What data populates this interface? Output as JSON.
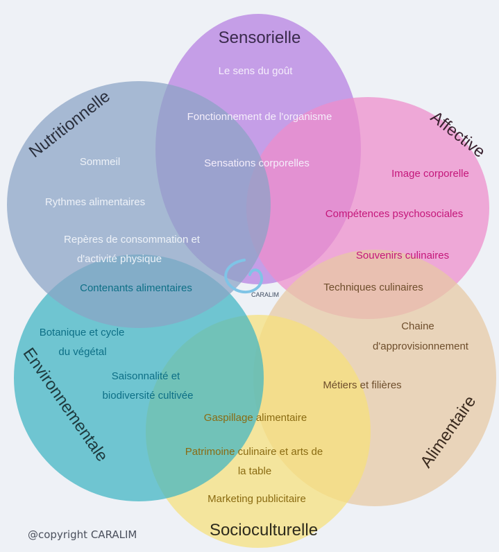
{
  "diagram": {
    "colors": {
      "sensorielle": "#b57ee0",
      "affective": "#ee8ccb",
      "alimentaire": "#e8c9a2",
      "socioculturelle": "#f6e07a",
      "environnementale": "#3fb4c2",
      "nutritionnelle": "#8aa3c5",
      "pink_text": "#c4167a",
      "brown_text": "#6e4e2c",
      "teal_text": "#0d6f86",
      "olive_text": "#8a6b12"
    },
    "domains": {
      "sensorielle": {
        "title": "Sensorielle",
        "items": [
          "Le sens du goût",
          "Fonctionnement de l'organisme",
          "Sensations corporelles"
        ]
      },
      "affective": {
        "title": "Affective",
        "items": [
          "Image corporelle",
          "Compétences psychosociales",
          "Souvenirs culinaires"
        ]
      },
      "alimentaire": {
        "title": "Alimentaire",
        "items": [
          "Techniques culinaires",
          "Chaine",
          "d'approvisionnement",
          "Métiers et filières"
        ]
      },
      "socioculturelle": {
        "title": "Socioculturelle",
        "items": [
          "Gaspillage alimentaire",
          "Patrimoine culinaire et arts de",
          "la table",
          "Marketing publicitaire"
        ]
      },
      "environnementale": {
        "title": "Environnementale",
        "items": [
          "Botanique et cycle",
          "du végétal",
          "Saisonnalité et",
          "biodiversité cultivée"
        ]
      },
      "nutritionnelle": {
        "title": "Nutritionnelle",
        "items": [
          "Sommeil",
          "Rythmes alimentaires",
          "Repères de consommation et",
          "d'activité physique",
          "Contenants alimentaires"
        ]
      }
    },
    "logo_text": "CARALIM",
    "copyright": "@copyright CARALIM"
  }
}
